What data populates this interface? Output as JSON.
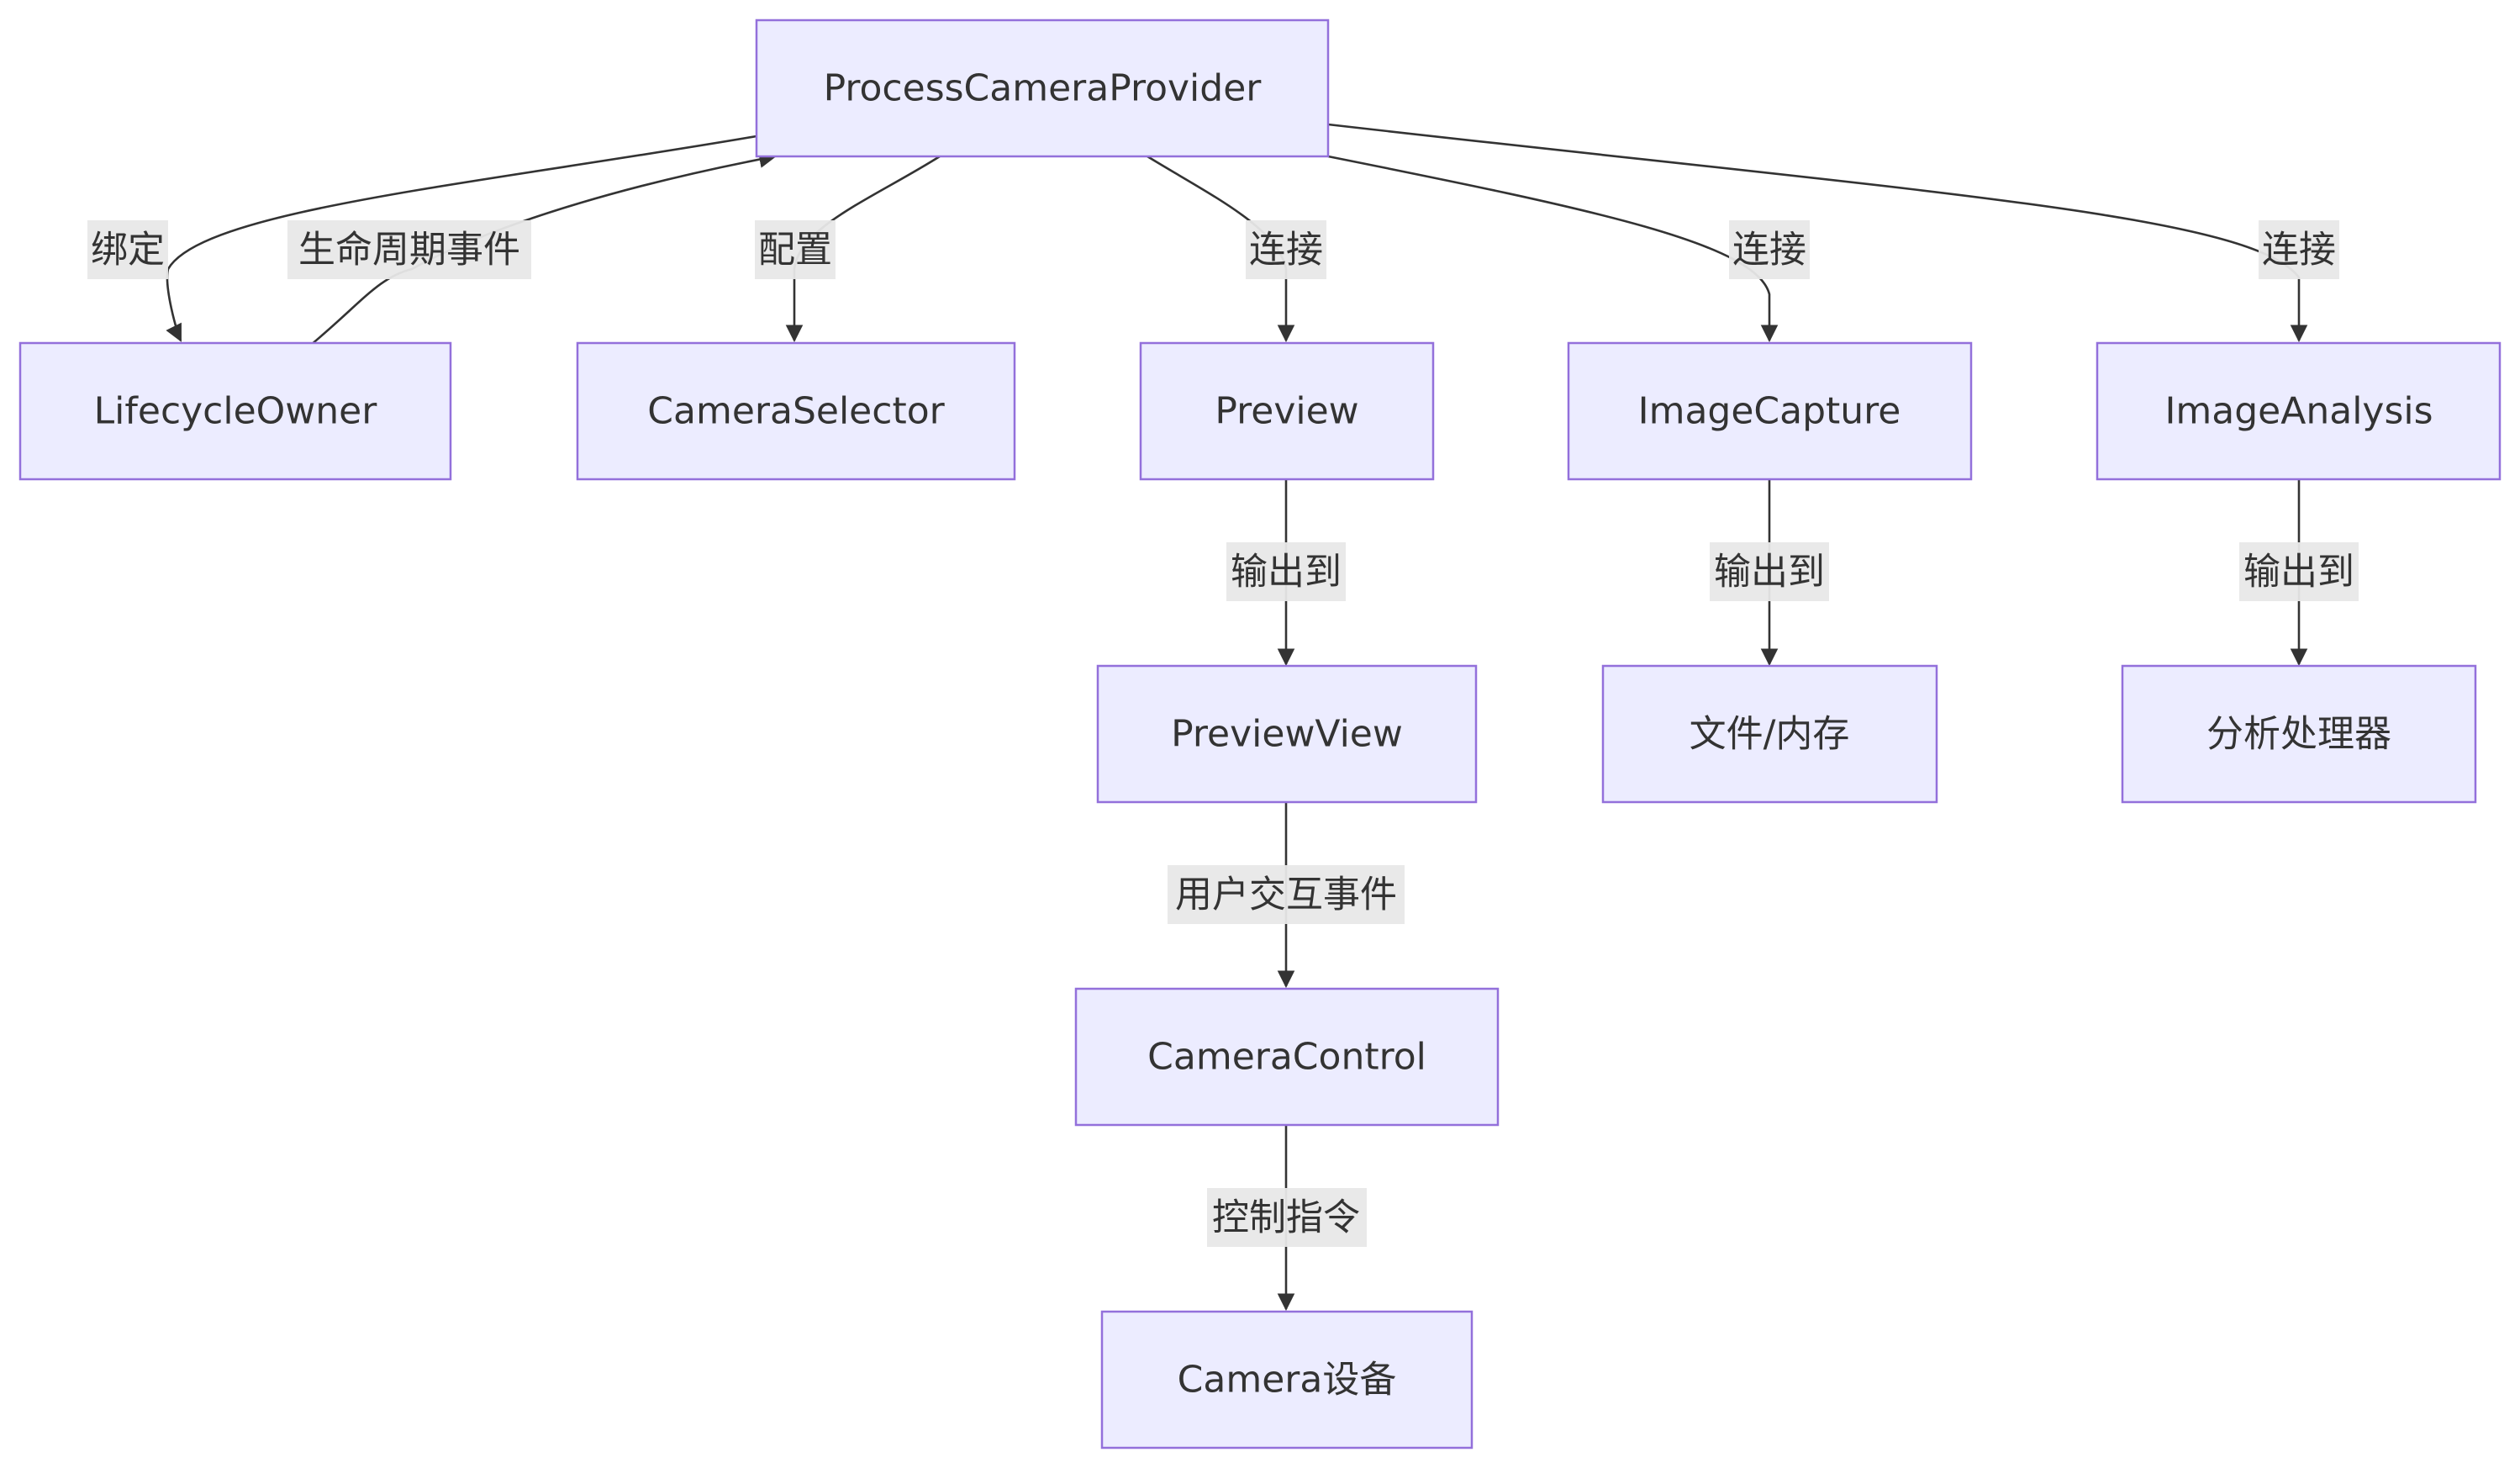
{
  "nodes": {
    "provider": "ProcessCameraProvider",
    "lifecycle_owner": "LifecycleOwner",
    "camera_selector": "CameraSelector",
    "preview": "Preview",
    "image_capture": "ImageCapture",
    "image_analysis": "ImageAnalysis",
    "preview_view": "PreviewView",
    "file_memory": "文件/内存",
    "analysis_handler": "分析处理器",
    "camera_control": "CameraControl",
    "camera_device": "Camera设备"
  },
  "edges": {
    "bind": "绑定",
    "lifecycle_events": "生命周期事件",
    "configure": "配置",
    "connect_preview": "连接",
    "connect_capture": "连接",
    "connect_analysis": "连接",
    "output_preview": "输出到",
    "output_capture": "输出到",
    "output_analysis": "输出到",
    "user_interaction": "用户交互事件",
    "control_commands": "控制指令"
  },
  "colors": {
    "node_fill": "#ECECFF",
    "node_stroke": "#9370DB",
    "edge": "#333333",
    "label_bg": "#E8E8E8",
    "text": "#333333"
  }
}
